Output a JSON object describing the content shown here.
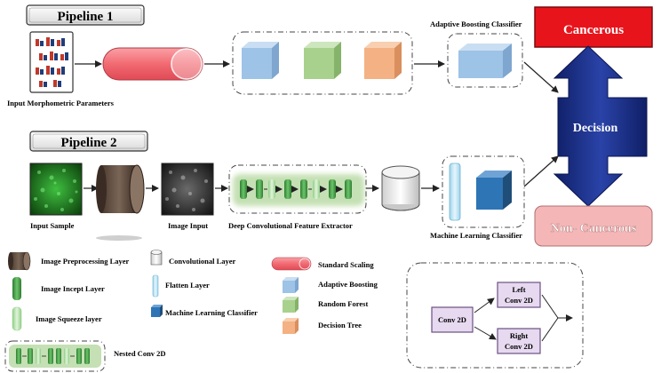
{
  "pipeline1": {
    "title": "Pipeline 1",
    "input_label": "Input Morphometric Parameters",
    "classifier_label": "Adaptive Boosting Classifier"
  },
  "pipeline2": {
    "title": "Pipeline 2",
    "input_sample_label": "Input Sample",
    "image_input_label": "Image Input",
    "extractor_label": "Deep Convolutional Feature Extractor",
    "ml_classifier_label": "Machine Learning Classifier"
  },
  "outputs": {
    "cancerous": "Cancerous",
    "decision": "Decision",
    "non_cancerous": "Non- Cancerous"
  },
  "legend": {
    "preprocessing": "Image Preprocessing Layer",
    "incept": "Image Incept Layer",
    "squeeze": "Image Squeeze layer",
    "nested": "Nested Conv 2D",
    "convolutional": "Convolutional Layer",
    "flatten": "Flatten Layer",
    "ml_classifier": "Machine Learning Classifier",
    "standard_scaling": "Standard Scaling",
    "adaptive_boosting": "Adaptive Boosting",
    "random_forest": "Random Forest",
    "decision_tree": "Decision Tree"
  },
  "nested_detail": {
    "conv2d": "Conv 2D",
    "left_line1": "Left",
    "left_line2": "Conv 2D",
    "right_line1": "Right",
    "right_line2": "Conv 2D"
  },
  "colors": {
    "cancerous": "#e8141c",
    "non_cancerous": "#f4b6b6",
    "decision": "#1a2f86",
    "scaler": "#f26a72",
    "adaboost": "#9dc3e6",
    "random_forest": "#a9d18e",
    "decision_tree": "#f4b183",
    "ml_cube": "#2e75b6",
    "nested_bg": "#c5e0b4",
    "conv2d_box": "#e6d9f0"
  }
}
